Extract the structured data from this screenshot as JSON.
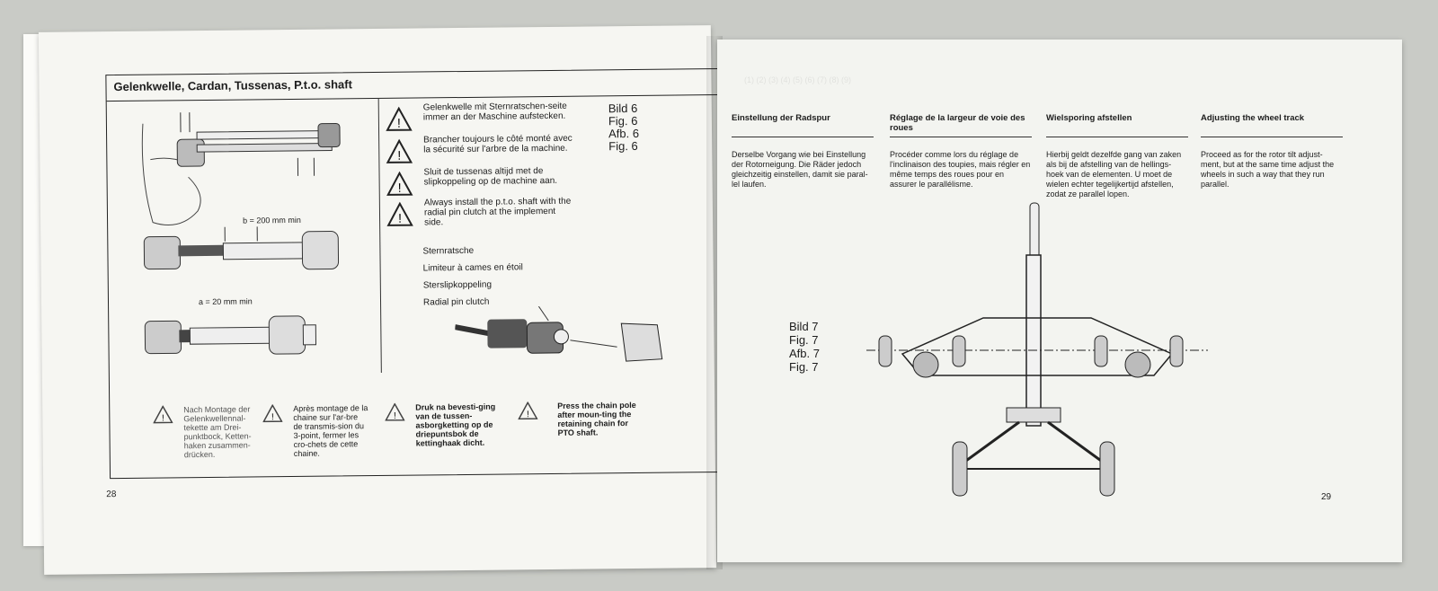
{
  "left_page": {
    "section_title": "Gelenkwelle, Cardan, Tussenas, P.t.o. shaft",
    "dim_b": "b = 200 mm min",
    "dim_a": "a = 20 mm min",
    "warnings": [
      "Gelenkwelle mit Sternratschen-seite immer an der Maschine aufstecken.",
      "Brancher toujours le côté monté avec la sécurité sur l'arbre de la machine.",
      "Sluit de tussenas altijd met de slipkoppeling op de machine aan.",
      "Always install the p.t.o. shaft with the radial pin clutch at the implement side."
    ],
    "fig_refs": [
      "Bild 6",
      "Fig. 6",
      "Afb. 6",
      "Fig. 6"
    ],
    "clutch_labels": [
      "Sternratsche",
      "Limiteur à cames en étoil",
      "Sterslipkoppeling",
      "Radial pin clutch"
    ],
    "notes": [
      "Nach Montage der Gelenkwellennal-tekette am Drei-punktbock, Ketten-haken zusammen-drücken.",
      "Après montage de la chaine sur l'ar-bre de transmis-sion du 3-point, fermer les cro-chets de cette chaine.",
      "Druk na bevesti-ging van de tussen-asborgketting op de driepuntsbok de kettinghaak dicht.",
      "Press the chain pole after moun-ting the retaining chain for PTO shaft."
    ],
    "page_number": "28"
  },
  "right_page": {
    "columns": [
      {
        "heading": "Einstellung der Radspur",
        "text": "Derselbe Vorgang wie bei Einstellung der Rotorneigung. Die Räder jedoch gleichzeitig einstellen, damit sie paral-lel laufen."
      },
      {
        "heading": "Réglage de la largeur de voie des roues",
        "text": "Procéder comme lors du réglage de l'inclinaison des toupies, mais régler en même temps des roues pour en assurer le parallélisme."
      },
      {
        "heading": "Wielsporing afstellen",
        "text": "Hierbij geldt dezelfde gang van zaken als bij de afstelling van de hellings-hoek van de elementen. U moet de wielen echter tegelijkertijd afstellen, zodat ze parallel lopen."
      },
      {
        "heading": "Adjusting the wheel track",
        "text": "Proceed as for the rotor tilt adjust-ment, but at the same time adjust the wheels in such a way that they run parallel."
      }
    ],
    "fig_refs": [
      "Bild 7",
      "Fig. 7",
      "Afb. 7",
      "Fig. 7"
    ],
    "page_number": "29"
  },
  "icons": {
    "warning": "warning-triangle-icon"
  }
}
